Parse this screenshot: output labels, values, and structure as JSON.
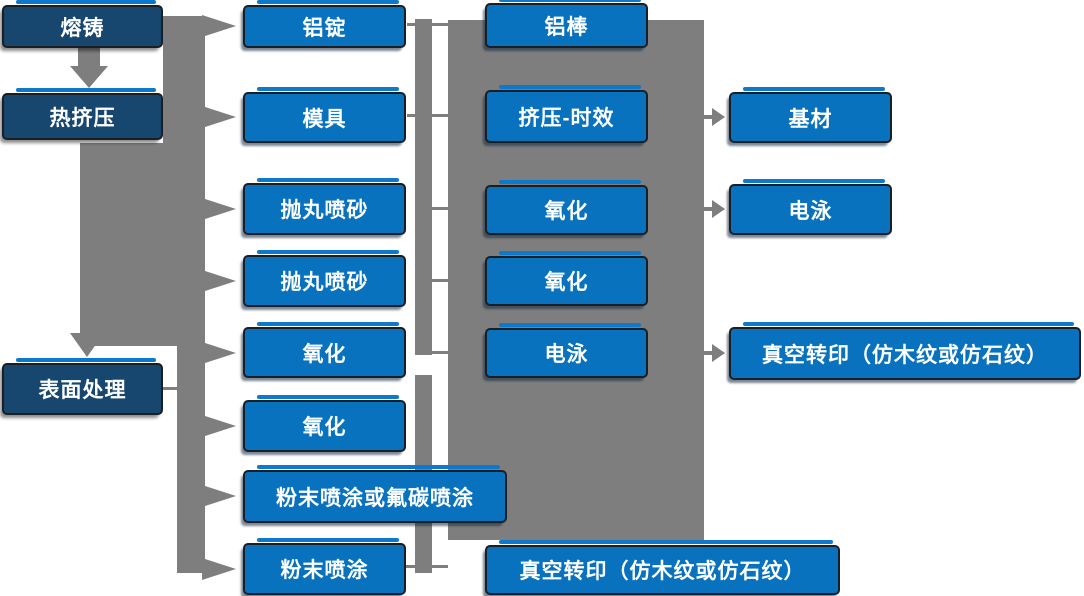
{
  "flow": {
    "columns": [
      {
        "name": "primary-process",
        "items": [
          "熔铸",
          "热挤压",
          "表面处理"
        ]
      },
      {
        "name": "stage-two",
        "items": [
          "铝锭",
          "模具",
          "抛丸喷砂",
          "抛丸喷砂",
          "氧化",
          "氧化",
          "粉末喷涂或氟碳喷涂",
          "粉末喷涂"
        ]
      },
      {
        "name": "stage-three",
        "items": [
          "铝棒",
          "挤压-时效",
          "氧化",
          "氧化",
          "电泳",
          "真空转印（仿木纹或仿石纹）"
        ]
      },
      {
        "name": "stage-four",
        "items": [
          "基材",
          "电泳",
          "真空转印（仿木纹或仿石纹）"
        ]
      }
    ]
  },
  "colors": {
    "node_fill": "#0872BE",
    "node_fill_dark": "#17466F",
    "node_border": "#1B1E22",
    "connector_gray": "#7E7E7E",
    "text": "#FFFFFF"
  }
}
